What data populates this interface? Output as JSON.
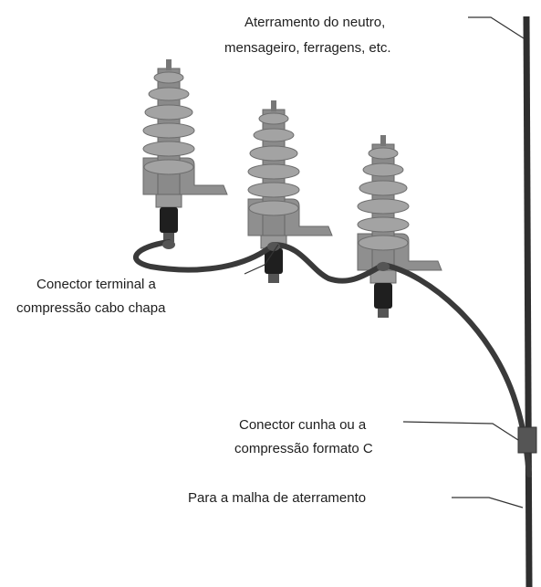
{
  "labels": {
    "neutral_grounding_line1": "Aterramento do neutro,",
    "neutral_grounding_line2": "mensageiro, ferragens, etc.",
    "terminal_connector_line1": "Conector terminal a",
    "terminal_connector_line2": "compressão cabo chapa",
    "wedge_connector_line1": "Conector cunha ou a",
    "wedge_connector_line2": "compressão formato C",
    "to_ground_mesh": "Para a malha de aterramento"
  },
  "colors": {
    "insulator": "#9a9a9a",
    "insulator_dark": "#6f6f6f",
    "cable": "#3a3a3a",
    "pole": "#2e2e2e"
  }
}
